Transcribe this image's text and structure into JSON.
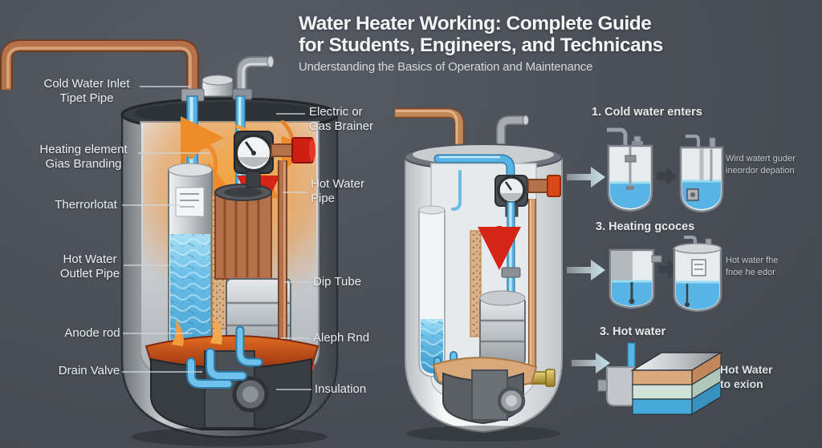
{
  "header": {
    "title": "Water Heater Working: Complete Guide\nfor Students, Engineers, and Technicans",
    "subtitle": "Understanding the Basics of Operation and Maintenance"
  },
  "main_diagram": {
    "left_labels": [
      {
        "text": "Cold Water Inlet\nTipet Pipe"
      },
      {
        "text": "Heating element\nGias Branding"
      },
      {
        "text": "Therrorlotat"
      },
      {
        "text": "Hot Water\nOutlet Pipe"
      },
      {
        "text": "Anode rod"
      },
      {
        "text": "Drain Valve"
      }
    ],
    "right_labels": [
      {
        "text": "Electric or\nGas Brainer"
      },
      {
        "text": "Hot Water\nPipe"
      },
      {
        "text": "Dip Tube"
      },
      {
        "text": "Aleph Rnd"
      },
      {
        "text": "Insulation"
      }
    ]
  },
  "steps": [
    {
      "heading": "1. Cold water enters",
      "caption": "Wird watert guder\nineordor depation"
    },
    {
      "heading": "3. Heating gcoces",
      "caption": "Hot water fhe\nfnoe he edor"
    },
    {
      "heading": "3. Hot water",
      "caption": "Hot Water\nto exion"
    }
  ],
  "colors": {
    "background": "#4b5158",
    "copper_pipe": "#a4643f",
    "water_blue": "#58b4e4",
    "flame_orange": "#ef8c2a",
    "valve_red": "#cc1f14",
    "text": "#eceef0"
  }
}
